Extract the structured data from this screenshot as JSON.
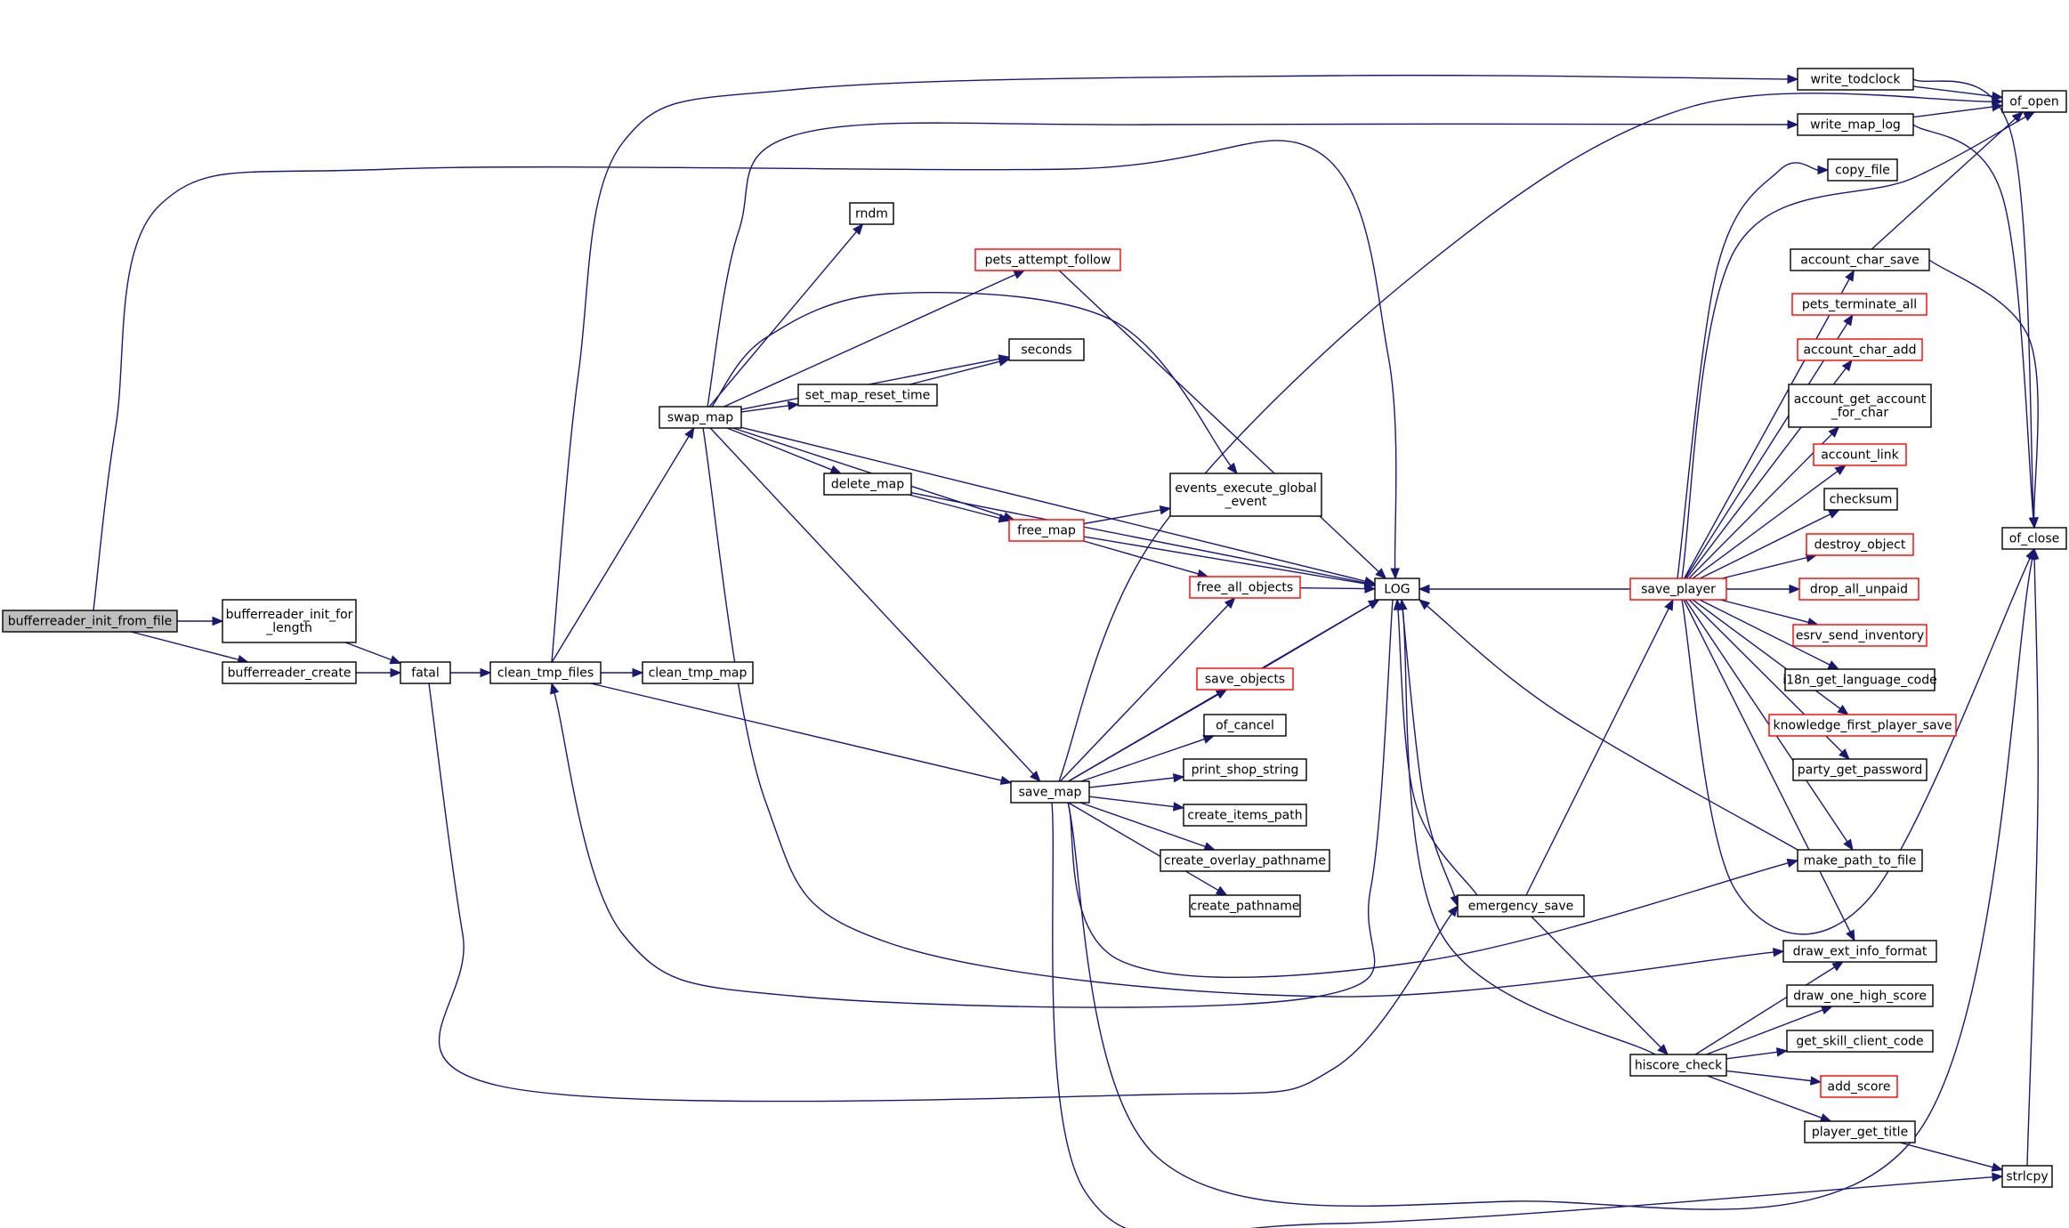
{
  "colors": {
    "edge": "#191970",
    "node_border": "#000000",
    "node_border_truncated": "#ff0000",
    "root_fill": "#bfbfbf",
    "node_fill": "#ffffff"
  },
  "nodes": [
    {
      "id": "bufferreader_init_from_file",
      "lines": [
        "bufferreader_init_from_file"
      ],
      "status": "root"
    },
    {
      "id": "bufferreader_init_for_length",
      "lines": [
        "bufferreader_init_for",
        "_length"
      ],
      "status": "normal"
    },
    {
      "id": "bufferreader_create",
      "lines": [
        "bufferreader_create"
      ],
      "status": "normal"
    },
    {
      "id": "fatal",
      "lines": [
        "fatal"
      ],
      "status": "normal"
    },
    {
      "id": "clean_tmp_files",
      "lines": [
        "clean_tmp_files"
      ],
      "status": "normal"
    },
    {
      "id": "clean_tmp_map",
      "lines": [
        "clean_tmp_map"
      ],
      "status": "normal"
    },
    {
      "id": "swap_map",
      "lines": [
        "swap_map"
      ],
      "status": "normal"
    },
    {
      "id": "save_map",
      "lines": [
        "save_map"
      ],
      "status": "normal"
    },
    {
      "id": "rndm",
      "lines": [
        "rndm"
      ],
      "status": "normal"
    },
    {
      "id": "pets_attempt_follow",
      "lines": [
        "pets_attempt_follow"
      ],
      "status": "truncated"
    },
    {
      "id": "seconds",
      "lines": [
        "seconds"
      ],
      "status": "normal"
    },
    {
      "id": "set_map_reset_time",
      "lines": [
        "set_map_reset_time"
      ],
      "status": "normal"
    },
    {
      "id": "delete_map",
      "lines": [
        "delete_map"
      ],
      "status": "normal"
    },
    {
      "id": "free_map",
      "lines": [
        "free_map"
      ],
      "status": "truncated"
    },
    {
      "id": "events_execute_global_event",
      "lines": [
        "events_execute_global",
        "_event"
      ],
      "status": "normal"
    },
    {
      "id": "free_all_objects",
      "lines": [
        "free_all_objects"
      ],
      "status": "truncated"
    },
    {
      "id": "save_objects",
      "lines": [
        "save_objects"
      ],
      "status": "truncated"
    },
    {
      "id": "of_cancel",
      "lines": [
        "of_cancel"
      ],
      "status": "normal"
    },
    {
      "id": "print_shop_string",
      "lines": [
        "print_shop_string"
      ],
      "status": "normal"
    },
    {
      "id": "create_items_path",
      "lines": [
        "create_items_path"
      ],
      "status": "normal"
    },
    {
      "id": "create_overlay_pathname",
      "lines": [
        "create_overlay_pathname"
      ],
      "status": "normal"
    },
    {
      "id": "create_pathname",
      "lines": [
        "create_pathname"
      ],
      "status": "normal"
    },
    {
      "id": "LOG",
      "lines": [
        "LOG"
      ],
      "status": "normal"
    },
    {
      "id": "emergency_save",
      "lines": [
        "emergency_save"
      ],
      "status": "normal"
    },
    {
      "id": "hiscore_check",
      "lines": [
        "hiscore_check"
      ],
      "status": "normal"
    },
    {
      "id": "save_player",
      "lines": [
        "save_player"
      ],
      "status": "truncated"
    },
    {
      "id": "write_todclock",
      "lines": [
        "write_todclock"
      ],
      "status": "normal"
    },
    {
      "id": "write_map_log",
      "lines": [
        "write_map_log"
      ],
      "status": "normal"
    },
    {
      "id": "copy_file",
      "lines": [
        "copy_file"
      ],
      "status": "normal"
    },
    {
      "id": "account_char_save",
      "lines": [
        "account_char_save"
      ],
      "status": "normal"
    },
    {
      "id": "pets_terminate_all",
      "lines": [
        "pets_terminate_all"
      ],
      "status": "truncated"
    },
    {
      "id": "account_char_add",
      "lines": [
        "account_char_add"
      ],
      "status": "truncated"
    },
    {
      "id": "account_get_account_for_char",
      "lines": [
        "account_get_account",
        "_for_char"
      ],
      "status": "normal"
    },
    {
      "id": "account_link",
      "lines": [
        "account_link"
      ],
      "status": "truncated"
    },
    {
      "id": "checksum",
      "lines": [
        "checksum"
      ],
      "status": "normal"
    },
    {
      "id": "destroy_object",
      "lines": [
        "destroy_object"
      ],
      "status": "truncated"
    },
    {
      "id": "drop_all_unpaid",
      "lines": [
        "drop_all_unpaid"
      ],
      "status": "truncated"
    },
    {
      "id": "esrv_send_inventory",
      "lines": [
        "esrv_send_inventory"
      ],
      "status": "truncated"
    },
    {
      "id": "i18n_get_language_code",
      "lines": [
        "i18n_get_language_code"
      ],
      "status": "normal"
    },
    {
      "id": "knowledge_first_player_save",
      "lines": [
        "knowledge_first_player_save"
      ],
      "status": "truncated"
    },
    {
      "id": "party_get_password",
      "lines": [
        "party_get_password"
      ],
      "status": "normal"
    },
    {
      "id": "make_path_to_file",
      "lines": [
        "make_path_to_file"
      ],
      "status": "normal"
    },
    {
      "id": "draw_ext_info_format",
      "lines": [
        "draw_ext_info_format"
      ],
      "status": "normal"
    },
    {
      "id": "draw_one_high_score",
      "lines": [
        "draw_one_high_score"
      ],
      "status": "normal"
    },
    {
      "id": "get_skill_client_code",
      "lines": [
        "get_skill_client_code"
      ],
      "status": "normal"
    },
    {
      "id": "add_score",
      "lines": [
        "add_score"
      ],
      "status": "truncated"
    },
    {
      "id": "player_get_title",
      "lines": [
        "player_get_title"
      ],
      "status": "normal"
    },
    {
      "id": "of_open",
      "lines": [
        "of_open"
      ],
      "status": "normal"
    },
    {
      "id": "of_close",
      "lines": [
        "of_close"
      ],
      "status": "normal"
    },
    {
      "id": "strlcpy",
      "lines": [
        "strlcpy"
      ],
      "status": "normal"
    }
  ],
  "edges": [
    [
      "bufferreader_init_from_file",
      "bufferreader_init_for_length"
    ],
    [
      "bufferreader_init_from_file",
      "bufferreader_create"
    ],
    [
      "bufferreader_init_from_file",
      "LOG"
    ],
    [
      "bufferreader_init_for_length",
      "fatal"
    ],
    [
      "bufferreader_create",
      "fatal"
    ],
    [
      "fatal",
      "clean_tmp_files"
    ],
    [
      "fatal",
      "emergency_save"
    ],
    [
      "clean_tmp_files",
      "clean_tmp_map"
    ],
    [
      "clean_tmp_files",
      "swap_map"
    ],
    [
      "clean_tmp_files",
      "save_map"
    ],
    [
      "clean_tmp_files",
      "write_todclock"
    ],
    [
      "swap_map",
      "rndm"
    ],
    [
      "swap_map",
      "pets_attempt_follow"
    ],
    [
      "swap_map",
      "seconds"
    ],
    [
      "swap_map",
      "set_map_reset_time"
    ],
    [
      "swap_map",
      "delete_map"
    ],
    [
      "swap_map",
      "free_map"
    ],
    [
      "swap_map",
      "events_execute_global_event"
    ],
    [
      "swap_map",
      "LOG"
    ],
    [
      "swap_map",
      "save_map"
    ],
    [
      "swap_map",
      "write_map_log"
    ],
    [
      "swap_map",
      "draw_ext_info_format"
    ],
    [
      "set_map_reset_time",
      "seconds"
    ],
    [
      "delete_map",
      "free_map"
    ],
    [
      "delete_map",
      "LOG"
    ],
    [
      "free_map",
      "events_execute_global_event"
    ],
    [
      "free_map",
      "free_all_objects"
    ],
    [
      "free_map",
      "LOG"
    ],
    [
      "pets_attempt_follow",
      "LOG"
    ],
    [
      "free_all_objects",
      "LOG"
    ],
    [
      "save_objects",
      "LOG"
    ],
    [
      "save_map",
      "free_all_objects"
    ],
    [
      "save_map",
      "save_objects"
    ],
    [
      "save_map",
      "of_cancel"
    ],
    [
      "save_map",
      "print_shop_string"
    ],
    [
      "save_map",
      "create_items_path"
    ],
    [
      "save_map",
      "create_overlay_pathname"
    ],
    [
      "save_map",
      "create_pathname"
    ],
    [
      "save_map",
      "LOG"
    ],
    [
      "save_map",
      "of_open"
    ],
    [
      "save_map",
      "make_path_to_file"
    ],
    [
      "save_map",
      "of_close"
    ],
    [
      "save_map",
      "strlcpy"
    ],
    [
      "LOG",
      "clean_tmp_files"
    ],
    [
      "LOG",
      "emergency_save"
    ],
    [
      "emergency_save",
      "LOG"
    ],
    [
      "emergency_save",
      "save_player"
    ],
    [
      "emergency_save",
      "hiscore_check"
    ],
    [
      "hiscore_check",
      "LOG"
    ],
    [
      "hiscore_check",
      "draw_ext_info_format"
    ],
    [
      "hiscore_check",
      "draw_one_high_score"
    ],
    [
      "hiscore_check",
      "get_skill_client_code"
    ],
    [
      "hiscore_check",
      "add_score"
    ],
    [
      "hiscore_check",
      "player_get_title"
    ],
    [
      "save_player",
      "LOG"
    ],
    [
      "save_player",
      "copy_file"
    ],
    [
      "save_player",
      "account_char_save"
    ],
    [
      "save_player",
      "pets_terminate_all"
    ],
    [
      "save_player",
      "account_char_add"
    ],
    [
      "save_player",
      "account_get_account_for_char"
    ],
    [
      "save_player",
      "account_link"
    ],
    [
      "save_player",
      "checksum"
    ],
    [
      "save_player",
      "destroy_object"
    ],
    [
      "save_player",
      "drop_all_unpaid"
    ],
    [
      "save_player",
      "esrv_send_inventory"
    ],
    [
      "save_player",
      "i18n_get_language_code"
    ],
    [
      "save_player",
      "knowledge_first_player_save"
    ],
    [
      "save_player",
      "party_get_password"
    ],
    [
      "save_player",
      "make_path_to_file"
    ],
    [
      "save_player",
      "draw_ext_info_format"
    ],
    [
      "save_player",
      "of_open"
    ],
    [
      "save_player",
      "of_close"
    ],
    [
      "write_todclock",
      "of_open"
    ],
    [
      "write_todclock",
      "of_close"
    ],
    [
      "write_map_log",
      "of_open"
    ],
    [
      "write_map_log",
      "of_close"
    ],
    [
      "account_char_save",
      "of_open"
    ],
    [
      "account_char_save",
      "of_close"
    ],
    [
      "make_path_to_file",
      "LOG"
    ],
    [
      "player_get_title",
      "strlcpy"
    ],
    [
      "strlcpy",
      "of_close"
    ]
  ]
}
